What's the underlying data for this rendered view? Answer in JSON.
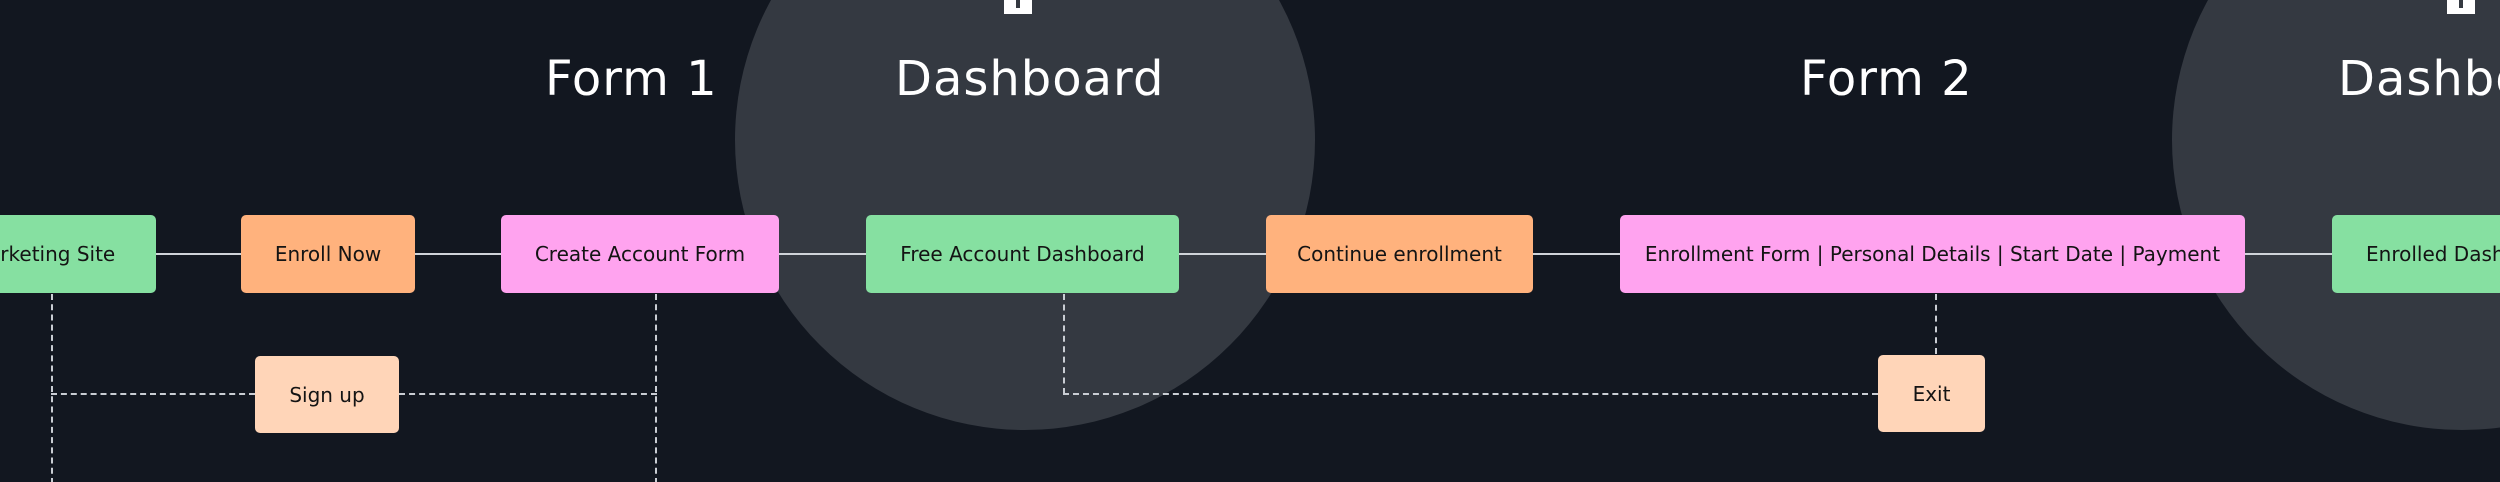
{
  "sections": {
    "form1": "Form 1",
    "dashboard1": "Dashboard",
    "form2": "Form 2",
    "dashboard2": "Dashboard"
  },
  "nodes": {
    "marketing_site": "Marketing Site",
    "enroll_now": "Enroll Now",
    "create_account_form": "Create Account Form",
    "free_account_dashboard": "Free Account Dashboard",
    "continue_enrollment": "Continue enrollment",
    "enrollment_form": "Enrollment Form | Personal Details | Start Date | Payment",
    "enrolled_dashboard": "Enrolled Dashboard",
    "sign_up": "Sign up",
    "exit": "Exit"
  },
  "colors": {
    "background": "#121720",
    "circle": "#343941",
    "page_node": "#86e0a1",
    "action_node": "#ffb27d",
    "form_node": "#ffa3ef",
    "secondary_action_node": "#ffd5b8"
  }
}
